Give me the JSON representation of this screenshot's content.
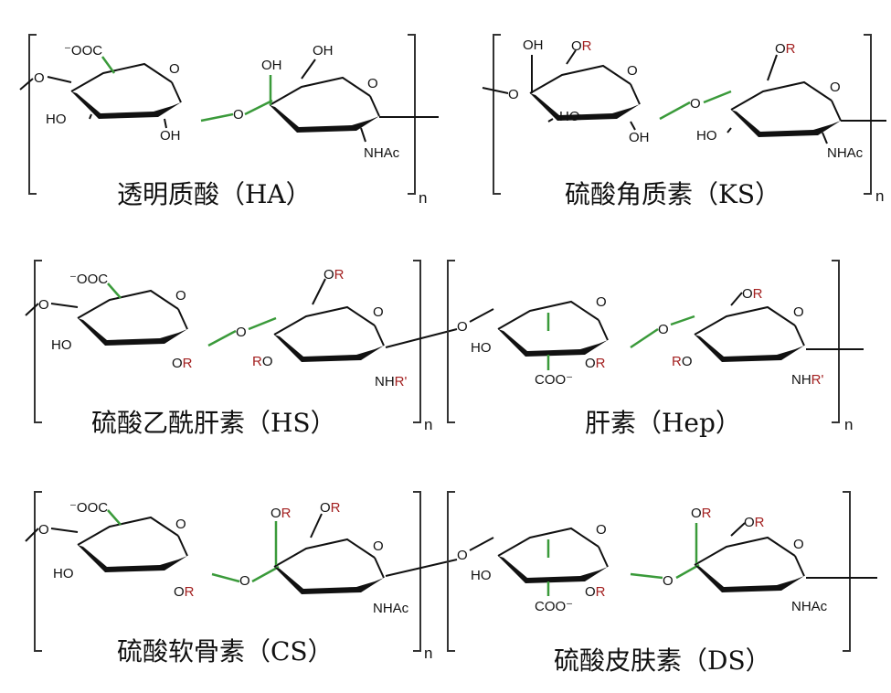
{
  "colors": {
    "bond": "#111111",
    "glycosidic": "#3a9a3a",
    "r_group": "#a32020"
  },
  "labels": {
    "hydroxyl": "OH",
    "oxygen": "O",
    "ring_oxygen": "O",
    "carboxylate_top": "⁻OOC",
    "carboxylate_bottom": "COO⁻",
    "n_acetyl": "NHAc",
    "n_r": "NH",
    "r": "R",
    "r_prime": "R'",
    "or": "O",
    "ho": "HO",
    "hydroxymethyl": "OH",
    "repeat": "n"
  },
  "panels": {
    "ha": {
      "caption": "透明质酸（HA）"
    },
    "ks": {
      "caption": "硫酸角质素（KS）"
    },
    "hs": {
      "caption": "硫酸乙酰肝素（HS）"
    },
    "hep": {
      "caption": "肝素（Hep）"
    },
    "cs": {
      "caption": "硫酸软骨素（CS）"
    },
    "ds": {
      "caption": "硫酸皮肤素（DS）"
    }
  }
}
